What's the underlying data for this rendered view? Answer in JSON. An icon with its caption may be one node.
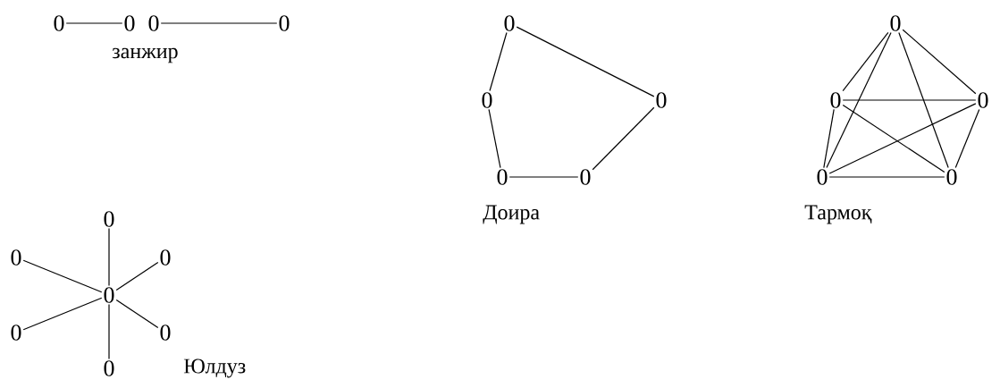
{
  "diagram": {
    "nodes": [
      {
        "text": [
          "0"
        ]
      },
      {
        "text": [
          "0"
        ]
      },
      {
        "text": [
          "0"
        ]
      },
      {
        "text": [
          "0"
        ]
      },
      {
        "text": [
          "0"
        ]
      },
      {
        "text": [
          "0"
        ]
      },
      {
        "text": [
          "0"
        ]
      },
      {
        "text": [
          "0"
        ]
      },
      {
        "text": [
          "0"
        ]
      },
      {
        "text": [
          "0"
        ]
      },
      {
        "text": [
          "0"
        ]
      },
      {
        "text": [
          "0"
        ]
      },
      {
        "text": [
          "0"
        ]
      },
      {
        "text": [
          "0"
        ]
      },
      {
        "text": [
          "0"
        ]
      },
      {
        "text": [
          "0"
        ]
      },
      {
        "text": [
          "0"
        ]
      },
      {
        "text": [
          "0"
        ]
      },
      {
        "text": [
          "0"
        ]
      },
      {
        "text": [
          "0"
        ]
      },
      {
        "text": [
          "0"
        ]
      }
    ],
    "edges": [
      {
        "from": 0,
        "to": 1,
        "arrow": "none"
      },
      {
        "from": 2,
        "to": 3,
        "arrow": "none"
      },
      {
        "from": 4,
        "to": 5,
        "arrow": "none"
      },
      {
        "from": 4,
        "to": 6,
        "arrow": "none"
      },
      {
        "from": 5,
        "to": 7,
        "arrow": "none"
      },
      {
        "from": 7,
        "to": 8,
        "arrow": "none"
      },
      {
        "from": 8,
        "to": 6,
        "arrow": "none"
      },
      {
        "from": 9,
        "to": 10,
        "arrow": "none"
      },
      {
        "from": 9,
        "to": 11,
        "arrow": "none"
      },
      {
        "from": 9,
        "to": 12,
        "arrow": "none"
      },
      {
        "from": 9,
        "to": 13,
        "arrow": "none"
      },
      {
        "from": 10,
        "to": 11,
        "arrow": "none"
      },
      {
        "from": 10,
        "to": 12,
        "arrow": "none"
      },
      {
        "from": 10,
        "to": 13,
        "arrow": "none"
      },
      {
        "from": 11,
        "to": 12,
        "arrow": "none"
      },
      {
        "from": 11,
        "to": 13,
        "arrow": "none"
      },
      {
        "from": 12,
        "to": 13,
        "arrow": "none"
      },
      {
        "from": 17,
        "to": 14,
        "arrow": "none"
      },
      {
        "from": 17,
        "to": 15,
        "arrow": "none"
      },
      {
        "from": 17,
        "to": 16,
        "arrow": "none"
      },
      {
        "from": 17,
        "to": 18,
        "arrow": "none"
      },
      {
        "from": 17,
        "to": 19,
        "arrow": "none"
      },
      {
        "from": 17,
        "to": 20,
        "arrow": "none"
      }
    ],
    "labels": [
      "занжир",
      "Доира",
      "Тармоқ",
      "Юлдуз"
    ]
  }
}
